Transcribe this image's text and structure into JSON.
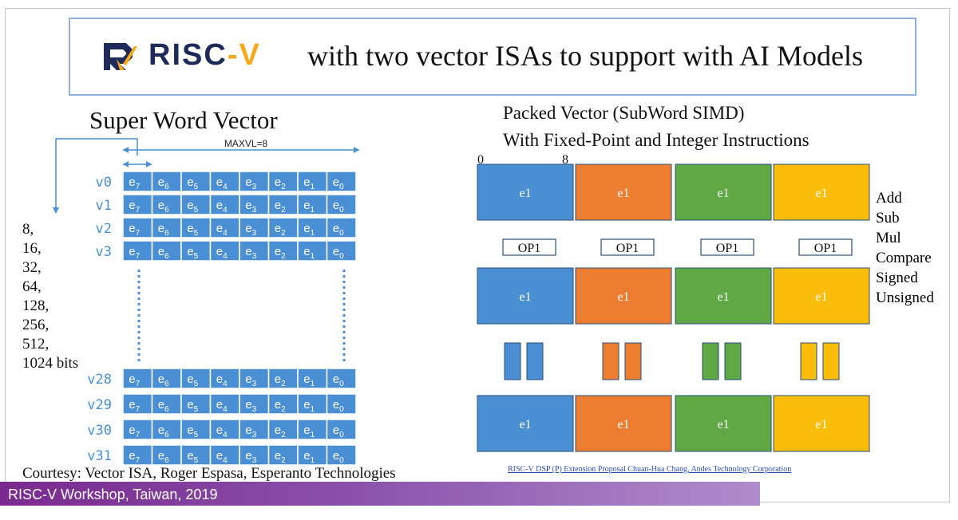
{
  "title": {
    "logo_text_a": "RISC",
    "logo_text_b": "-V",
    "text": "with two vector ISAs to support with AI Models"
  },
  "super_word": {
    "heading": "Super Word Vector",
    "maxvl_label": "MAXVL=8",
    "registers_top": [
      "v0",
      "v1",
      "v2",
      "v3"
    ],
    "registers_bottom": [
      "v28",
      "v29",
      "v30",
      "v31"
    ],
    "element_labels": [
      "7",
      "6",
      "5",
      "4",
      "3",
      "2",
      "1",
      "0"
    ],
    "element_prefix": "e",
    "bit_widths": [
      "8,",
      "16,",
      "32,",
      "64,",
      "128,",
      "256,",
      "512,",
      "1024 bits"
    ],
    "colors": {
      "cell": "#4a8fd4",
      "cell_border": "#ffffff",
      "register_label": "#4a8fd4",
      "guide": "#4a8fd4"
    }
  },
  "packed": {
    "heading_line1": "Packed Vector (SubWord SIMD)",
    "heading_line2": "With Fixed-Point and Integer Instructions",
    "bit_label_start": "0",
    "bit_label_end": "8",
    "element_label": "e1",
    "op_label": "OP1",
    "lane_colors": [
      "#4a8fd4",
      "#ed7d31",
      "#5fa845",
      "#fbbd0c"
    ],
    "operations": [
      "Add",
      "Sub",
      "Mul",
      "Compare",
      "Signed",
      "Unsigned"
    ]
  },
  "footer": {
    "courtesy": "Courtesy: Vector ISA, Roger Espasa, Esperanto Technologies",
    "dsp_reference": "RISC-V DSP (P) Extension Proposal Chuan-Hua Chang, Andes Technology Corporation",
    "workshop": "RISC-V Workshop, Taiwan, 2019"
  }
}
